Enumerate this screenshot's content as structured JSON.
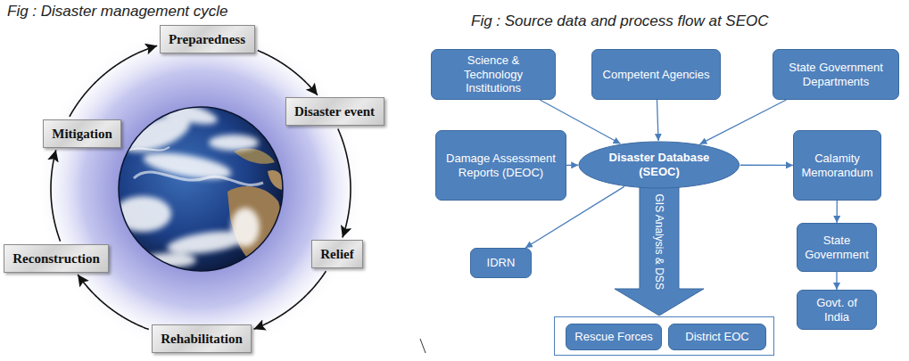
{
  "diagram": {
    "nodes": [
      {
        "text": [
          "Preparedness"
        ]
      },
      {
        "text": [
          "Disaster event"
        ]
      },
      {
        "text": [
          "Relief"
        ]
      },
      {
        "text": [
          "Rehabilitation"
        ]
      },
      {
        "text": [
          "Reconstruction"
        ]
      },
      {
        "text": [
          "Mitigation"
        ]
      },
      {
        "text": [
          "Science & Technology Institutions"
        ]
      },
      {
        "text": [
          "Competent Agencies"
        ]
      },
      {
        "text": [
          "State Government Departments"
        ]
      },
      {
        "text": [
          "Damage Assessment Reports (DEOC)"
        ]
      },
      {
        "text": [
          "Disaster Database (SEOC)"
        ]
      },
      {
        "text": [
          "Calamity Memorandum"
        ]
      },
      {
        "text": [
          "IDRN"
        ]
      },
      {
        "text": [
          "State Government"
        ]
      },
      {
        "text": []
      },
      {
        "text": [
          "Rescue Forces"
        ],
        "in": 14
      },
      {
        "text": [
          "District EOC"
        ],
        "in": 14
      },
      {
        "text": [
          "Govt. of India"
        ]
      }
    ],
    "edges": [
      {
        "from": 0,
        "to": 1,
        "arrow": "to"
      },
      {
        "from": 1,
        "to": 2,
        "arrow": "to"
      },
      {
        "from": 2,
        "to": 3,
        "arrow": "to"
      },
      {
        "from": 3,
        "to": 4,
        "arrow": "to"
      },
      {
        "from": 4,
        "to": 5,
        "arrow": "to"
      },
      {
        "from": 5,
        "to": 0,
        "arrow": "to"
      },
      {
        "from": 6,
        "to": 10,
        "arrow": "to"
      },
      {
        "from": 7,
        "to": 10,
        "arrow": "to"
      },
      {
        "from": 8,
        "to": 10,
        "arrow": "to"
      },
      {
        "from": 9,
        "to": 10,
        "arrow": "to"
      },
      {
        "from": 10,
        "to": 11,
        "arrow": "to"
      },
      {
        "from": 10,
        "to": 12,
        "arrow": "to"
      },
      {
        "from": 11,
        "to": 13,
        "arrow": "to"
      },
      {
        "from": 13,
        "to": 17,
        "arrow": "to"
      },
      {
        "from": 10,
        "to": 14,
        "label": "GIS Analysis & DSS",
        "arrow": "to"
      }
    ],
    "labels": [
      "Fig : Disaster management cycle",
      "Fig : Source data and process flow at SEOC"
    ]
  }
}
